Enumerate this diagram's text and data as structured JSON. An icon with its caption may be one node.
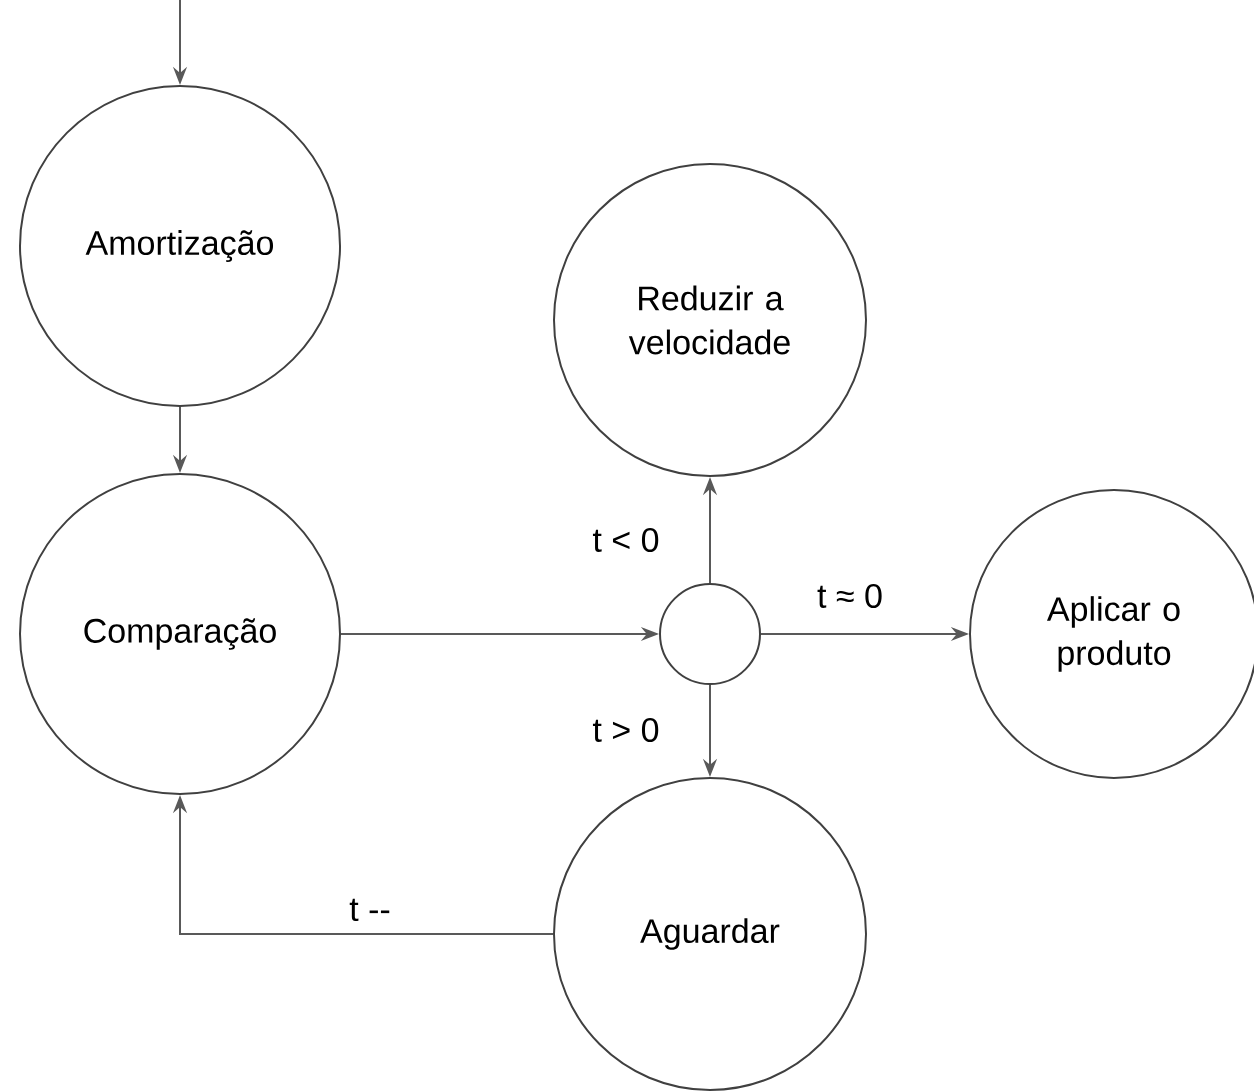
{
  "diagram": {
    "nodes": [
      {
        "text": [
          "Amortização"
        ]
      },
      {
        "text": [
          "Comparação"
        ]
      },
      {
        "text": [
          "Reduzir a velocidade"
        ]
      },
      {
        "text": [],
        "shape": "circle"
      },
      {
        "text": [
          "Aplicar o produto"
        ]
      },
      {
        "text": [
          "Aguardar"
        ]
      }
    ],
    "edges": [
      {
        "from": null,
        "to": 0,
        "arrow": "to"
      },
      {
        "from": 0,
        "to": 1,
        "arrow": "to"
      },
      {
        "from": 1,
        "to": 3,
        "arrow": "to"
      },
      {
        "from": 3,
        "to": 2,
        "arrow": "to",
        "label": "t < 0"
      },
      {
        "from": 3,
        "to": 4,
        "arrow": "to",
        "label": "t ≈ 0"
      },
      {
        "from": 3,
        "to": 5,
        "arrow": "to",
        "label": "t > 0"
      },
      {
        "from": 5,
        "to": 1,
        "arrow": "to",
        "label": "t --"
      }
    ]
  }
}
